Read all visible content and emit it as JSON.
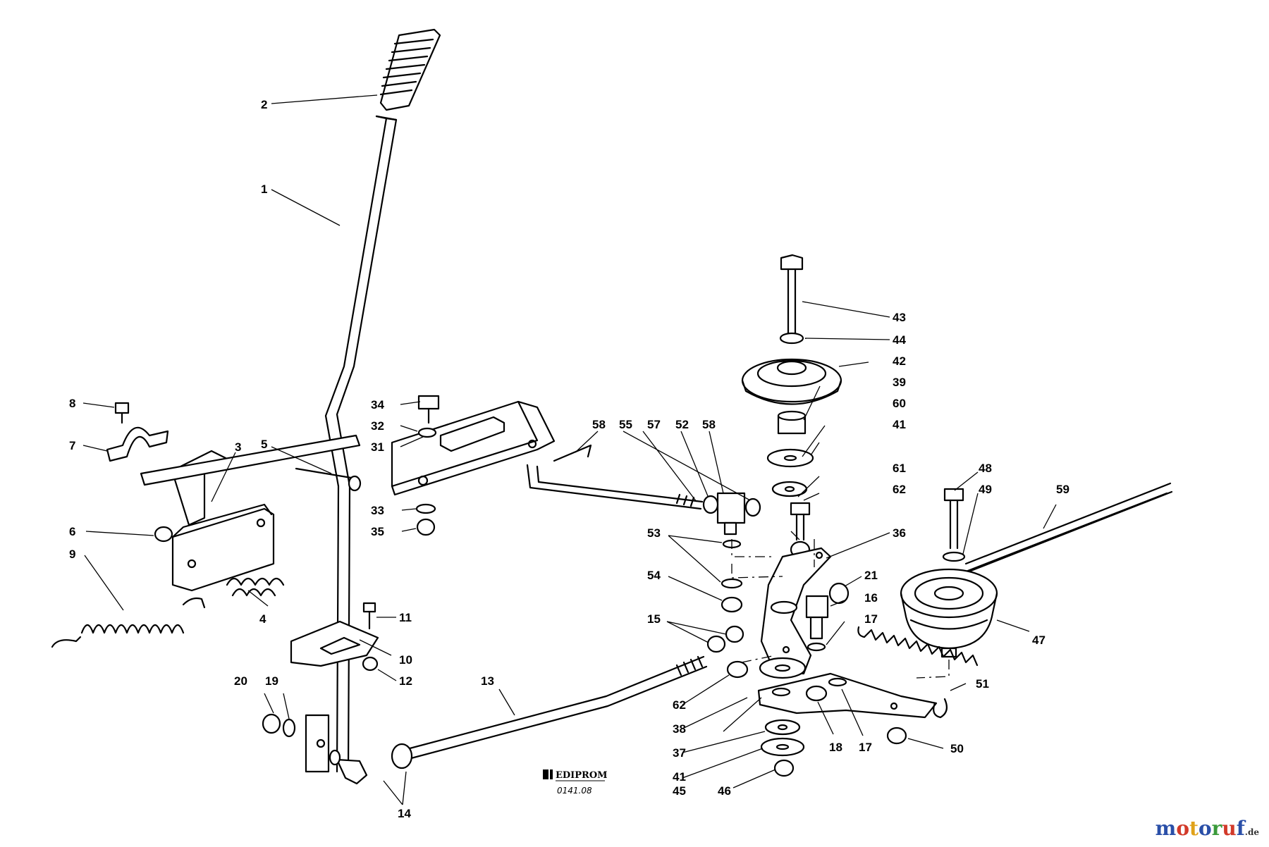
{
  "brand": {
    "parts": [
      "m",
      "o",
      "t",
      "o",
      "r",
      "u",
      "f"
    ],
    "suffix": ".de"
  },
  "publisher": {
    "logo_text": "EDIPROM",
    "drawing_code": "0141.08"
  },
  "callouts": [
    {
      "id": "c1",
      "text": "1"
    },
    {
      "id": "c2",
      "text": "2"
    },
    {
      "id": "c3",
      "text": "3"
    },
    {
      "id": "c4",
      "text": "4"
    },
    {
      "id": "c5",
      "text": "5"
    },
    {
      "id": "c6",
      "text": "6"
    },
    {
      "id": "c7",
      "text": "7"
    },
    {
      "id": "c8",
      "text": "8"
    },
    {
      "id": "c9",
      "text": "9"
    },
    {
      "id": "c10",
      "text": "10"
    },
    {
      "id": "c11",
      "text": "11"
    },
    {
      "id": "c12",
      "text": "12"
    },
    {
      "id": "c13",
      "text": "13"
    },
    {
      "id": "c14",
      "text": "14"
    },
    {
      "id": "c15",
      "text": "15"
    },
    {
      "id": "c16",
      "text": "16"
    },
    {
      "id": "c17a",
      "text": "17"
    },
    {
      "id": "c17b",
      "text": "17"
    },
    {
      "id": "c18",
      "text": "18"
    },
    {
      "id": "c19",
      "text": "19"
    },
    {
      "id": "c20",
      "text": "20"
    },
    {
      "id": "c21",
      "text": "21"
    },
    {
      "id": "c31",
      "text": "31"
    },
    {
      "id": "c32",
      "text": "32"
    },
    {
      "id": "c33",
      "text": "33"
    },
    {
      "id": "c34",
      "text": "34"
    },
    {
      "id": "c35",
      "text": "35"
    },
    {
      "id": "c36",
      "text": "36"
    },
    {
      "id": "c37",
      "text": "37"
    },
    {
      "id": "c38",
      "text": "38"
    },
    {
      "id": "c39",
      "text": "39"
    },
    {
      "id": "c41a",
      "text": "41"
    },
    {
      "id": "c41b",
      "text": "41"
    },
    {
      "id": "c42",
      "text": "42"
    },
    {
      "id": "c43",
      "text": "43"
    },
    {
      "id": "c44",
      "text": "44"
    },
    {
      "id": "c45",
      "text": "45"
    },
    {
      "id": "c46",
      "text": "46"
    },
    {
      "id": "c47",
      "text": "47"
    },
    {
      "id": "c48",
      "text": "48"
    },
    {
      "id": "c49",
      "text": "49"
    },
    {
      "id": "c50",
      "text": "50"
    },
    {
      "id": "c51",
      "text": "51"
    },
    {
      "id": "c52",
      "text": "52"
    },
    {
      "id": "c53",
      "text": "53"
    },
    {
      "id": "c54",
      "text": "54"
    },
    {
      "id": "c55",
      "text": "55"
    },
    {
      "id": "c57",
      "text": "57"
    },
    {
      "id": "c58a",
      "text": "58"
    },
    {
      "id": "c58b",
      "text": "58"
    },
    {
      "id": "c59",
      "text": "59"
    },
    {
      "id": "c60",
      "text": "60"
    },
    {
      "id": "c61",
      "text": "61"
    },
    {
      "id": "c62a",
      "text": "62"
    },
    {
      "id": "c62b",
      "text": "62"
    }
  ]
}
